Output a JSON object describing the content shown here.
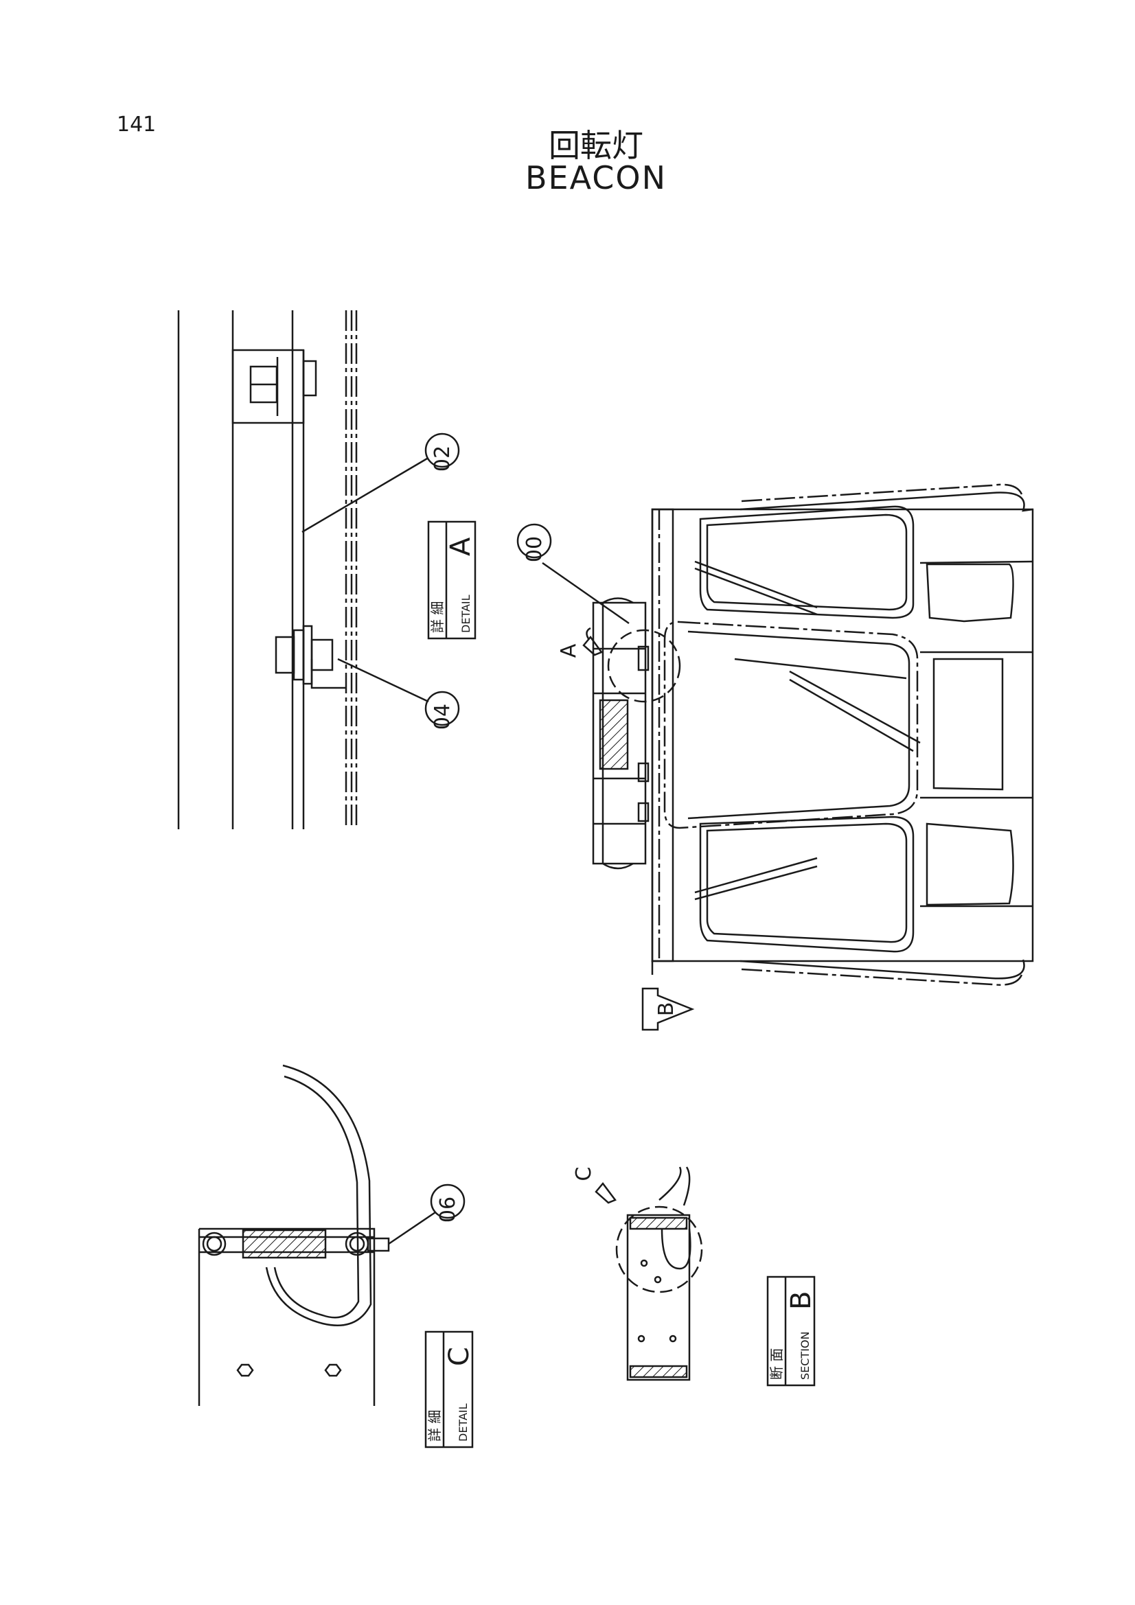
{
  "page": {
    "number": "141",
    "title_jp": "回転灯",
    "title_en": "BEACON"
  },
  "callouts": {
    "c00": "00",
    "c02": "02",
    "c04": "04",
    "c06": "06"
  },
  "view_labels": {
    "a": "A",
    "b": "B",
    "c": "C"
  },
  "boxes": {
    "detail_a": {
      "jp": "詳 細",
      "en": "DETAIL",
      "letter": "A"
    },
    "detail_c": {
      "jp": "詳 細",
      "en": "DETAIL",
      "letter": "C"
    },
    "section_b": {
      "jp": "断 面",
      "en": "SECTION",
      "letter": "B"
    }
  }
}
